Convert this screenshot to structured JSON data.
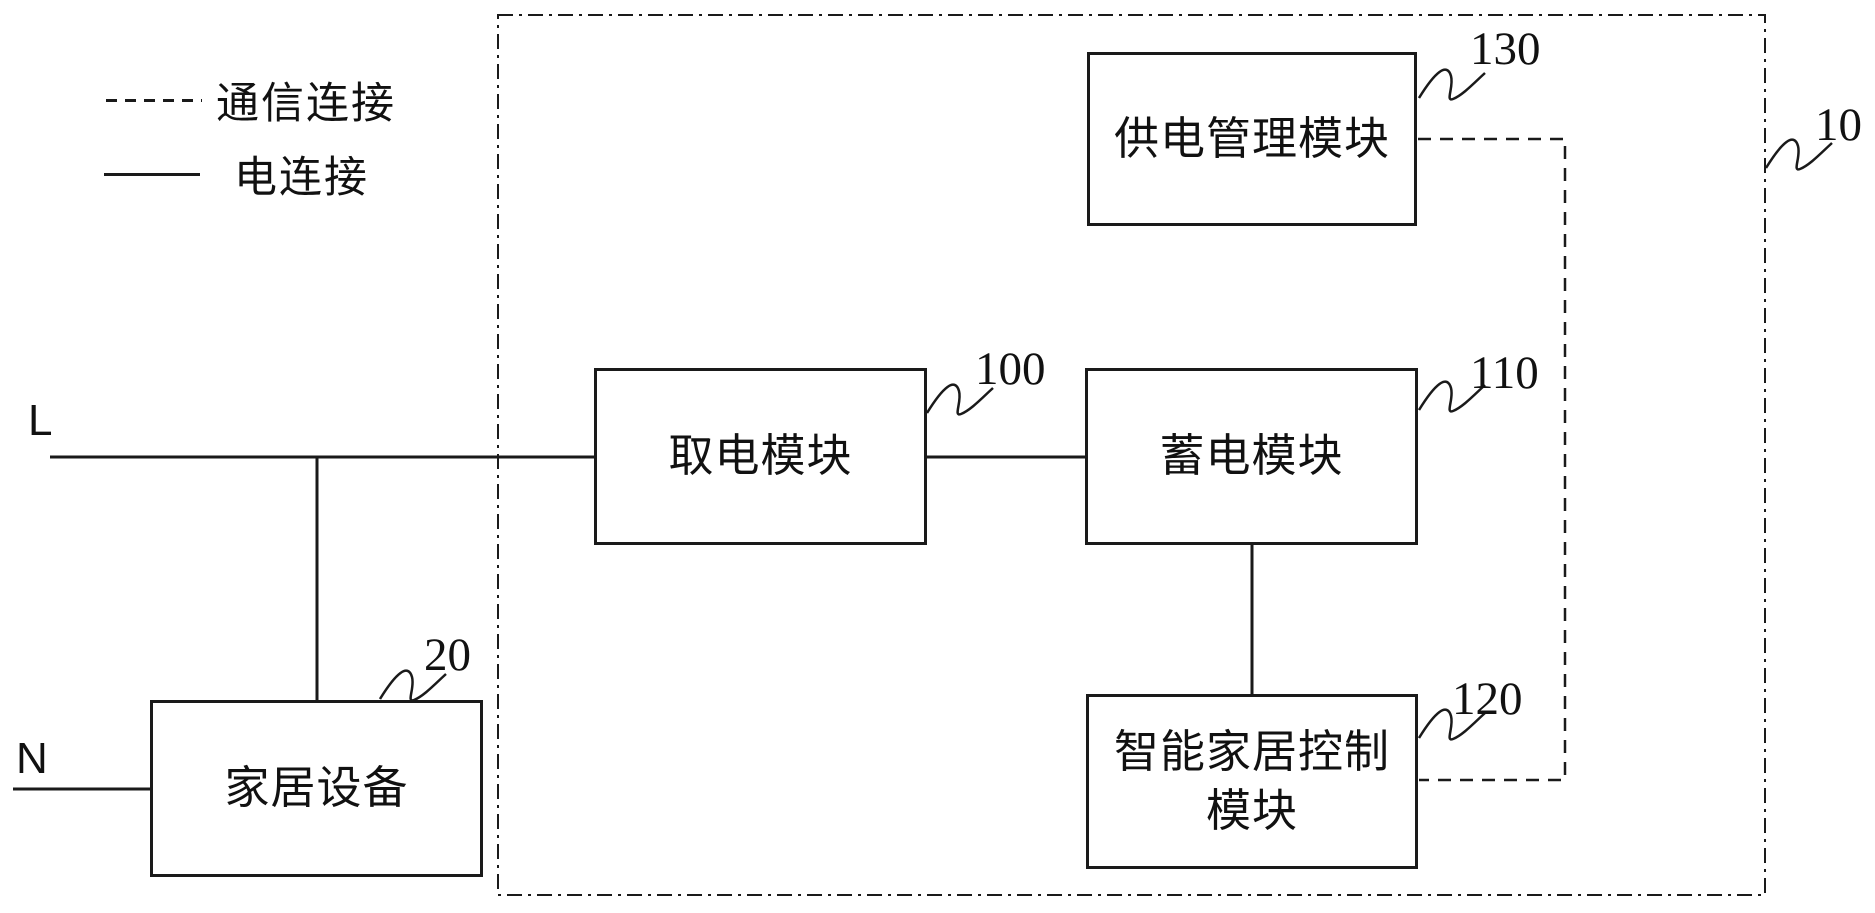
{
  "figure": {
    "legend": {
      "items": [
        {
          "id": "communication-connection",
          "line_style": "dashed",
          "label": "通信连接"
        },
        {
          "id": "electrical-connection",
          "line_style": "solid",
          "label": "电连接"
        }
      ]
    },
    "terminals": {
      "live": "L",
      "neutral": "N"
    },
    "system_boundary": {
      "ref": "10"
    },
    "blocks": {
      "power_supply_management": {
        "label": "供电管理模块",
        "ref": "130"
      },
      "power_taking": {
        "label": "取电模块",
        "ref": "100"
      },
      "power_storage": {
        "label": "蓄电模块",
        "ref": "110"
      },
      "smart_home_control": {
        "label": "智能家居控制模块",
        "ref": "120"
      },
      "home_equipment": {
        "label": "家居设备",
        "ref": "20"
      }
    },
    "colors": {
      "line": "#1a1a1a",
      "background": "#ffffff"
    }
  }
}
